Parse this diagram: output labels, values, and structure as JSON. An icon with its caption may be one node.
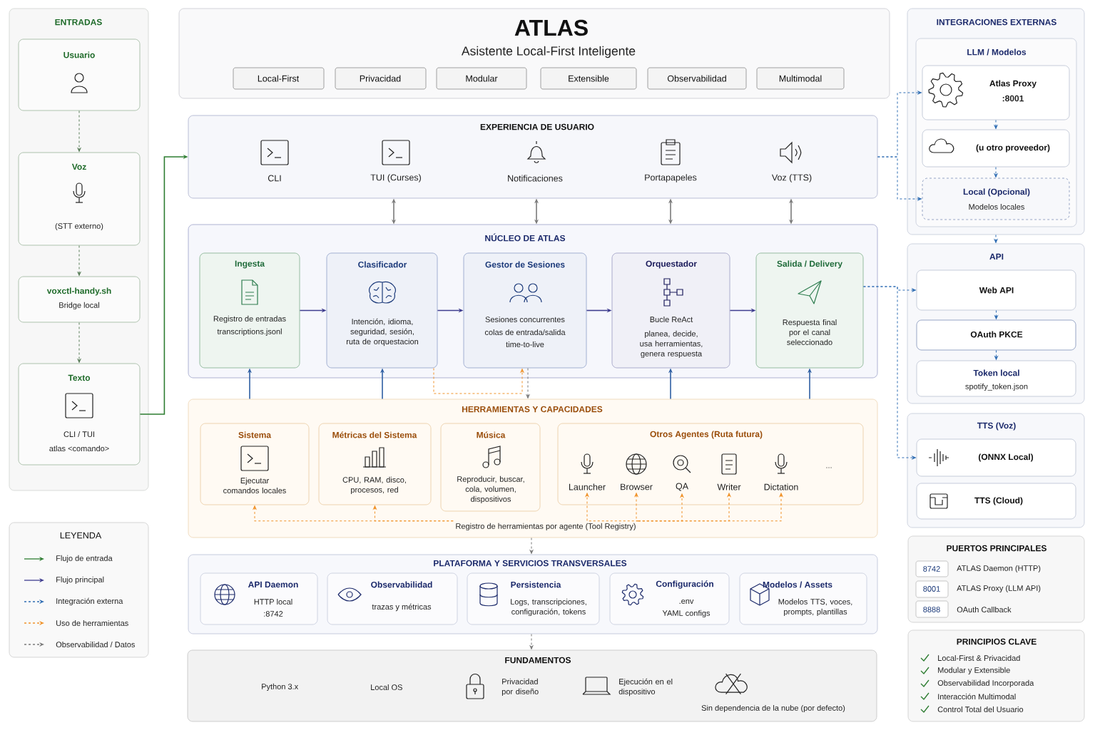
{
  "diagram": {
    "nodes": [
      {
        "text": [
          "ENTRADAS"
        ]
      },
      {
        "text": [
          "Usuario"
        ],
        "in": 0
      },
      {
        "text": [
          "Voz",
          "(STT externo)"
        ],
        "in": 0
      },
      {
        "text": [
          "voxctl-handy.sh",
          "Bridge local"
        ],
        "in": 0
      },
      {
        "text": [
          "Texto",
          "CLI / TUI",
          "atlas <comando>"
        ],
        "in": 0
      },
      {
        "text": [
          "ATLAS",
          "Asistente Local-First Inteligente"
        ]
      },
      {
        "text": [
          "Local-First"
        ],
        "in": 5
      },
      {
        "text": [
          "Privacidad"
        ],
        "in": 5
      },
      {
        "text": [
          "Modular"
        ],
        "in": 5
      },
      {
        "text": [
          "Extensible"
        ],
        "in": 5
      },
      {
        "text": [
          "Observabilidad"
        ],
        "in": 5
      },
      {
        "text": [
          "Multimodal"
        ],
        "in": 5
      },
      {
        "text": [
          "EXPERIENCIA DE USUARIO"
        ]
      },
      {
        "text": [
          "NÚCLEO DE ATLAS"
        ]
      },
      {
        "text": [
          "Ingesta",
          "Registro de entradas",
          "transcriptions.jsonl"
        ],
        "in": 13
      },
      {
        "text": [
          "Clasificador",
          "Intención, idioma, seguridad, sesión, ruta de orquestacion"
        ],
        "in": 13
      },
      {
        "text": [
          "Gestor de Sesiones",
          "Sesiones concurrentes",
          "colas de entrada/salida",
          "time-to-live"
        ],
        "in": 13
      },
      {
        "text": [
          "Orquestador",
          "Bucle ReAct",
          "planea, decide, usa herramientas, genera respuesta"
        ],
        "in": 13
      },
      {
        "text": [
          "Salida / Delivery",
          "Respuesta final por el canal seleccionado"
        ],
        "in": 13
      },
      {
        "text": [
          "HERRAMIENTAS Y CAPACIDADES"
        ]
      },
      {
        "text": [
          "Sistema",
          "Ejecutar comandos locales"
        ],
        "in": 19
      },
      {
        "text": [
          "Métricas del Sistema",
          "CPU, RAM, disco, procesos, red"
        ],
        "in": 19
      },
      {
        "text": [
          "Música",
          "Reproducir, buscar, cola, volumen, dispositivos"
        ],
        "in": 19
      },
      {
        "text": [
          "Otros Agentes (Ruta futura)"
        ],
        "in": 19
      },
      {
        "text": [
          "Launcher"
        ],
        "in": 23
      },
      {
        "text": [
          "Browser"
        ],
        "in": 23
      },
      {
        "text": [
          "QA"
        ],
        "in": 23
      },
      {
        "text": [
          "Writer"
        ],
        "in": 23
      },
      {
        "text": [
          "Dictation"
        ],
        "in": 23
      },
      {
        "text": [
          "Registro de herramientas por agente (Tool Registry)"
        ],
        "in": 19
      },
      {
        "text": [
          "PLATAFORMA Y SERVICIOS TRANSVERSALES"
        ]
      },
      {
        "text": [
          "API Daemon",
          "HTTP local",
          ":8742"
        ],
        "in": 30
      },
      {
        "text": [
          "Observabilidad",
          "trazas y métricas"
        ],
        "in": 30
      },
      {
        "text": [
          "Persistencia",
          "Logs, transcripciones, configuración, tokens"
        ],
        "in": 30
      },
      {
        "text": [
          "Configuración",
          ".env",
          "YAML configs"
        ],
        "in": 30
      },
      {
        "text": [
          "Modelos / Assets",
          "Modelos TTS, voces, prompts, plantillas"
        ],
        "in": 30
      },
      {
        "text": [
          "FUNDAMENTOS"
        ]
      },
      {
        "text": [
          "INTEGRACIONES EXTERNAS"
        ]
      },
      {
        "text": [
          "LLM / Modelos"
        ],
        "in": 37
      },
      {
        "text": [
          "Atlas Proxy",
          ":8001"
        ],
        "in": 38
      },
      {
        "text": [
          "(u otro proveedor)"
        ],
        "in": 38
      },
      {
        "text": [
          "Local (Opcional)",
          "Modelos locales"
        ],
        "in": 38
      },
      {
        "text": [
          "API"
        ]
      },
      {
        "text": [
          "Web API"
        ],
        "in": 42
      },
      {
        "text": [
          "OAuth PKCE"
        ],
        "in": 42
      },
      {
        "text": [
          "Token local",
          "spotify_token.json"
        ],
        "in": 42
      },
      {
        "text": [
          "TTS (Voz)"
        ]
      },
      {
        "text": [
          "(ONNX Local)"
        ],
        "in": 46
      },
      {
        "text": [
          "TTS (Cloud)"
        ],
        "in": 46
      },
      {
        "text": [
          "PUERTOS PRINCIPALES"
        ]
      },
      {
        "text": [
          "8742"
        ],
        "in": 49,
        "beside": [
          "ATLAS Daemon (HTTP)"
        ]
      },
      {
        "text": [
          "8001"
        ],
        "in": 49,
        "beside": [
          "ATLAS Proxy (LLM API)"
        ]
      },
      {
        "text": [
          "8888"
        ],
        "in": 49,
        "beside": [
          "OAuth Callback"
        ]
      },
      {
        "text": [
          "PRINCIPIOS CLAVE",
          "Local-First & Privacidad",
          "Modular y Extensible",
          "Observabilidad Incorporada",
          "Interacción Multimodal",
          "Control Total del Usuario"
        ]
      }
    ],
    "edges": [
      {
        "from": 1,
        "to": 2,
        "arrow": "to",
        "style": "dashed",
        "color": "#5b7f5b"
      },
      {
        "from": 2,
        "to": 3,
        "arrow": "to",
        "style": "dashed",
        "color": "#5b7f5b"
      },
      {
        "from": 3,
        "to": 4,
        "arrow": "to",
        "style": "dashed",
        "color": "#5b7f5b"
      },
      {
        "from": 4,
        "to": 12,
        "arrow": "to",
        "color": "#2e7d32"
      },
      {
        "from": 14,
        "to": 15,
        "arrow": "to",
        "color": "#3f3d8f"
      },
      {
        "from": 15,
        "to": 16,
        "arrow": "to",
        "color": "#3f3d8f"
      },
      {
        "from": 16,
        "to": 17,
        "arrow": "to",
        "color": "#3f3d8f"
      },
      {
        "from": 17,
        "to": 18,
        "arrow": "to",
        "color": "#3f3d8f"
      },
      {
        "from": 12,
        "to": 13,
        "arrow": "both",
        "color": "#7a7a7a"
      },
      {
        "from": 12,
        "to": 13,
        "arrow": "both",
        "color": "#7a7a7a"
      },
      {
        "from": 12,
        "to": 13,
        "arrow": "both",
        "color": "#7a7a7a"
      },
      {
        "from": 12,
        "to": 13,
        "arrow": "both",
        "color": "#7a7a7a"
      },
      {
        "from": 19,
        "to": 14,
        "arrow": "to",
        "color": "#2f5fa3"
      },
      {
        "from": 19,
        "to": 15,
        "arrow": "to",
        "color": "#2f5fa3"
      },
      {
        "from": 19,
        "to": 17,
        "arrow": "to",
        "color": "#2f5fa3"
      },
      {
        "from": 19,
        "to": 18,
        "arrow": "to",
        "color": "#2f5fa3"
      },
      {
        "from": 15,
        "to": 16,
        "arrow": "to",
        "style": "dashed",
        "color": "#f0932b"
      },
      {
        "from": 16,
        "to": 19,
        "arrow": "to",
        "style": "dashed",
        "color": "#7a7a7a"
      },
      {
        "from": 29,
        "to": 20,
        "arrow": "to",
        "style": "dashed",
        "color": "#f0932b"
      },
      {
        "from": 29,
        "to": 21,
        "arrow": "to",
        "style": "dashed",
        "color": "#f0932b"
      },
      {
        "from": 29,
        "to": 24,
        "arrow": "to",
        "style": "dashed",
        "color": "#f0932b"
      },
      {
        "from": 29,
        "to": 25,
        "arrow": "to",
        "style": "dashed",
        "color": "#f0932b"
      },
      {
        "from": 29,
        "to": 26,
        "arrow": "to",
        "style": "dashed",
        "color": "#f0932b"
      },
      {
        "from": 29,
        "to": 27,
        "arrow": "to",
        "style": "dashed",
        "color": "#f0932b"
      },
      {
        "from": 29,
        "to": 28,
        "arrow": "to",
        "style": "dashed",
        "color": "#f0932b"
      },
      {
        "from": 19,
        "to": 30,
        "arrow": "to",
        "style": "dashed",
        "color": "#7a7a7a"
      },
      {
        "from": 30,
        "to": 36,
        "arrow": "to",
        "style": "dashed",
        "color": "#7a7a7a"
      },
      {
        "from": 12,
        "to": 39,
        "arrow": "to",
        "style": "dashed",
        "color": "#2f6db3"
      },
      {
        "from": 12,
        "to": 41,
        "arrow": "to",
        "style": "dashed",
        "color": "#2f6db3"
      },
      {
        "from": 18,
        "to": 43,
        "arrow": "to",
        "style": "dashed",
        "color": "#2f6db3"
      },
      {
        "from": 18,
        "to": 47,
        "arrow": "to",
        "style": "dashed",
        "color": "#2f6db3"
      },
      {
        "from": 39,
        "to": 40,
        "arrow": "to",
        "style": "dashed",
        "color": "#2f6db3"
      },
      {
        "from": 40,
        "to": 41,
        "arrow": "to",
        "style": "dashed",
        "color": "#2f6db3"
      },
      {
        "from": 37,
        "to": 42,
        "arrow": "to",
        "style": "dashed",
        "color": "#2f6db3"
      },
      {
        "from": 43,
        "to": 44,
        "arrow": "to",
        "style": "dashed",
        "color": "#2f6db3"
      },
      {
        "from": 44,
        "to": 45,
        "arrow": "to",
        "style": "dashed",
        "color": "#2f6db3"
      }
    ],
    "labels": [
      "CLI",
      "TUI (Curses)",
      "Notificaciones",
      "Portapapeles",
      "Voz (TTS)",
      "...",
      "LEYENDA",
      "Python 3.x",
      "Local OS",
      "Privacidad por diseño",
      "Ejecución en el dispositivo",
      "Sin dependencia de la nube (por defecto)"
    ],
    "legend": [
      {
        "text": "Flujo de entrada"
      },
      {
        "text": "Flujo principal"
      },
      {
        "text": "Integración externa"
      },
      {
        "text": "Uso de herramientas"
      },
      {
        "text": "Observabilidad / Datos"
      }
    ]
  }
}
